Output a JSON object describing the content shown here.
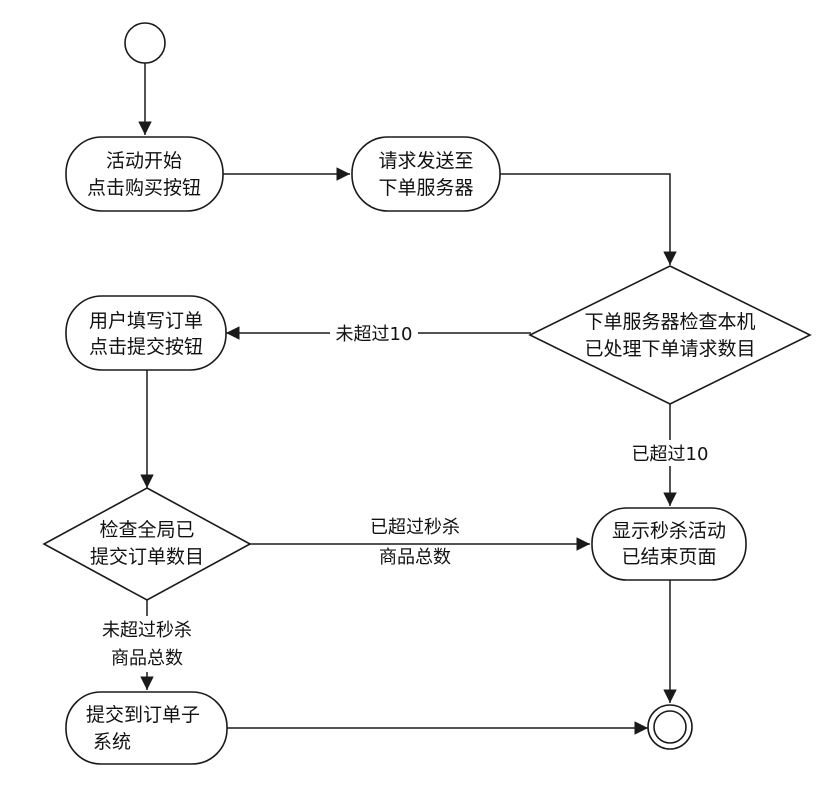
{
  "diagram": {
    "nodes": {
      "start": {
        "label": ""
      },
      "activity_start": {
        "line1": "活动开始",
        "line2": "点击购买按钮"
      },
      "send_request": {
        "line1": "请求发送至",
        "line2": "下单服务器"
      },
      "check_local": {
        "line1": "下单服务器检查本机",
        "line2": "已处理下单请求数目"
      },
      "fill_order": {
        "line1": "用户填写订单",
        "line2": "点击提交按钮"
      },
      "check_global": {
        "line1": "检查全局已",
        "line2": "提交订单数目"
      },
      "show_ended": {
        "line1": "显示秒杀活动",
        "line2": "已结束页面"
      },
      "submit_subsystem": {
        "line1": "提交到订单子",
        "line2": "系统"
      },
      "end": {
        "label": ""
      }
    },
    "edges": {
      "local_not_exceeded": {
        "label": "未超过10"
      },
      "local_exceeded": {
        "label": "已超过10"
      },
      "global_exceeded": {
        "line1": "已超过秒杀",
        "line2": "商品总数"
      },
      "global_not_exceeded": {
        "line1": "未超过秒杀",
        "line2": "商品总数"
      }
    }
  }
}
